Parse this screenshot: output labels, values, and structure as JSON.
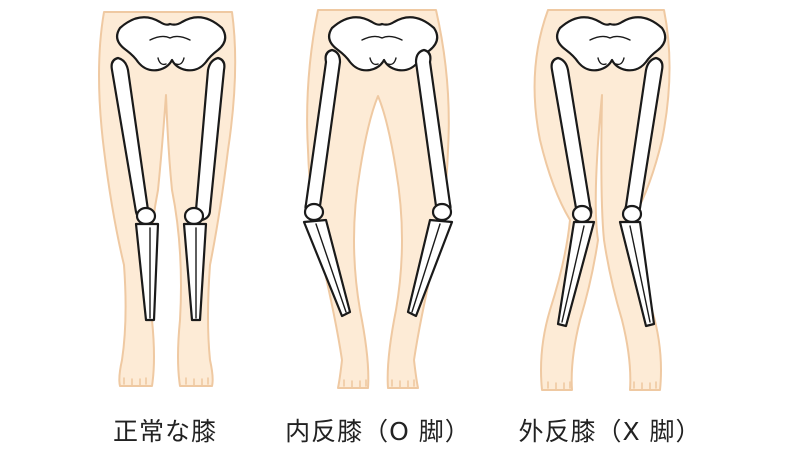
{
  "captions": {
    "normal": "正常な膝",
    "o_legs": "内反膝（O 脚）",
    "x_legs": "外反膝（X 脚）"
  },
  "colors": {
    "skin": "#fdebd6",
    "skin_outline": "#efc9a2",
    "bone_fill": "#ffffff",
    "bone_outline": "#1a1a1a"
  }
}
